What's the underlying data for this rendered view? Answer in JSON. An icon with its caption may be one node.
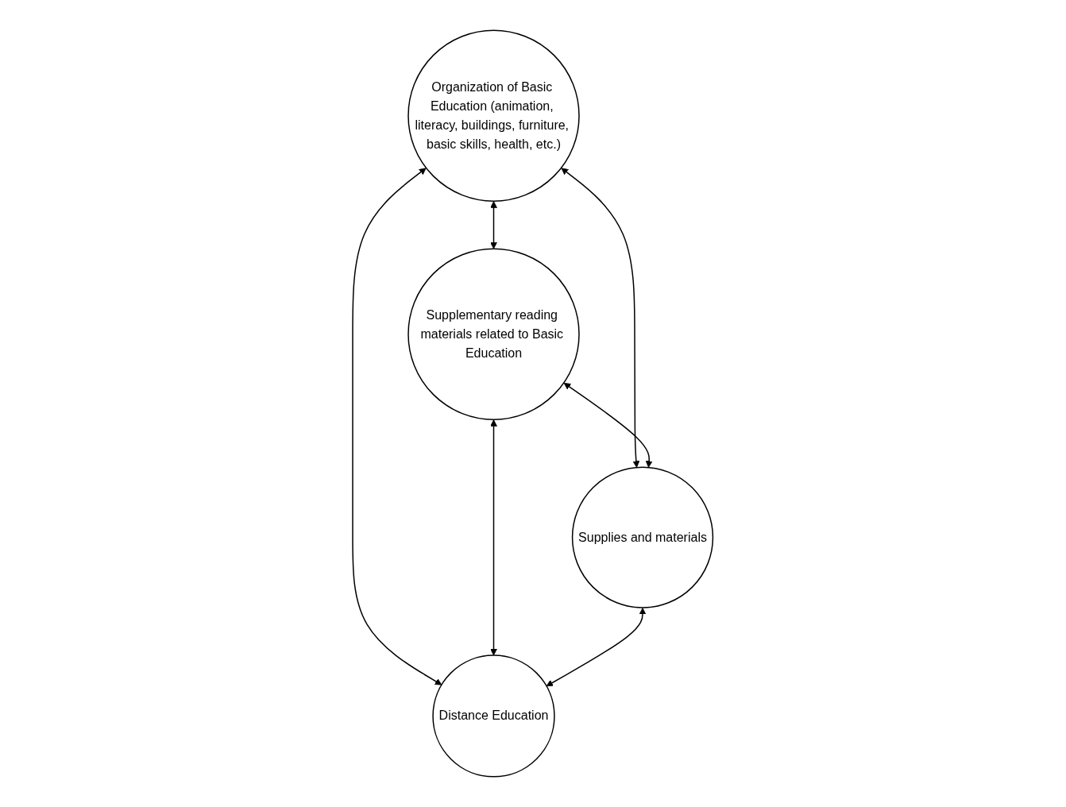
{
  "diagram": {
    "nodes": [
      {
        "text": [
          "Organization of Basic Education (animation, literacy, buildings, furniture, basic skills, health, etc.)"
        ]
      },
      {
        "text": [
          "Supplementary reading materials related to Basic Education"
        ]
      },
      {
        "text": [
          "Supplies and materials"
        ]
      },
      {
        "text": [
          "Distance Education"
        ]
      }
    ],
    "edges": [
      {
        "from": 0,
        "to": 1,
        "arrow": "both"
      },
      {
        "from": 0,
        "to": 2,
        "arrow": "both"
      },
      {
        "from": 0,
        "to": 3,
        "arrow": "both"
      },
      {
        "from": 1,
        "to": 2,
        "arrow": "both"
      },
      {
        "from": 1,
        "to": 3,
        "arrow": "both"
      },
      {
        "from": 2,
        "to": 3,
        "arrow": "both"
      }
    ]
  }
}
